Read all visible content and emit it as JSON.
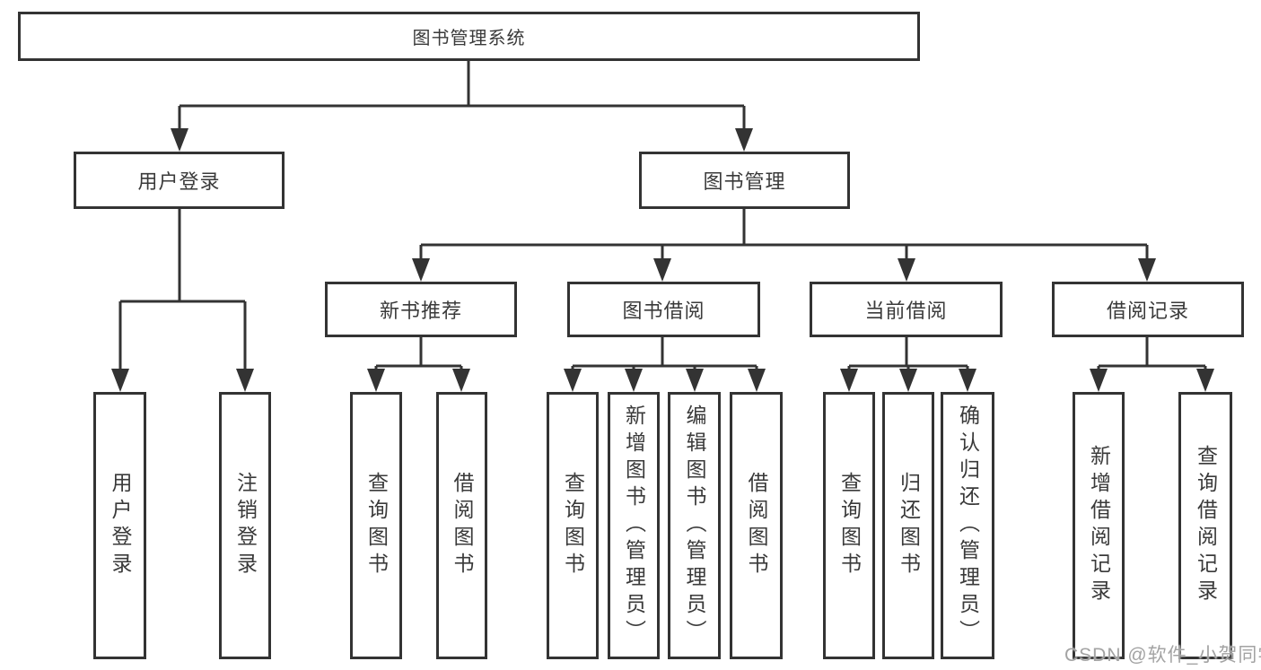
{
  "nodes": {
    "root": "图书管理系统",
    "user_login": "用户登录",
    "book_management": "图书管理",
    "new_book_recommend": "新书推荐",
    "book_borrow": "图书借阅",
    "current_borrow": "当前借阅",
    "borrow_record": "借阅记录"
  },
  "leaves": {
    "user_login_1": "用户登录",
    "user_login_2": "注销登录",
    "new_book_1": "查询图书",
    "new_book_2": "借阅图书",
    "borrow_1": "查询图书",
    "borrow_2": "新增图书（管理员）",
    "borrow_3": "编辑图书（管理员）",
    "borrow_4": "借阅图书",
    "current_1": "查询图书",
    "current_2": "归还图书",
    "current_3": "确认归还（管理员）",
    "record_1": "新增借阅记录",
    "record_2": "查询借阅记录"
  },
  "watermark": {
    "text": "CSDN @软件_小贺同学"
  },
  "colors": {
    "line": "#333333",
    "text": "#3a3a3a",
    "background": "#ffffff",
    "watermark": "#a3a3a3"
  }
}
